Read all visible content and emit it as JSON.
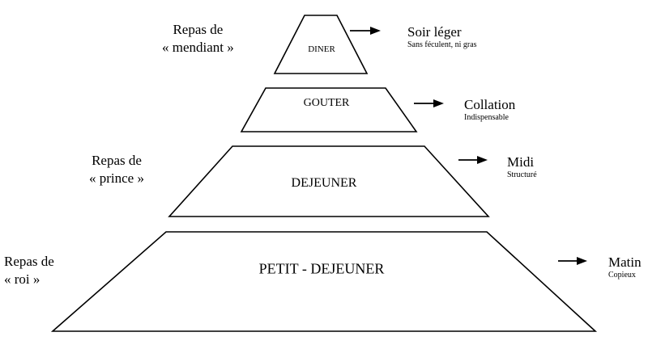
{
  "pyramid": {
    "diner": "DINER",
    "gouter": "GOUTER",
    "dejeuner": "DEJEUNER",
    "petit_dejeuner": "PETIT - DEJEUNER"
  },
  "left_labels": {
    "mendiant": {
      "line1": "Repas de",
      "line2": "« mendiant »"
    },
    "prince": {
      "line1": "Repas de",
      "line2": "« prince »"
    },
    "roi": {
      "line1": "Repas de",
      "line2": "« roi »"
    }
  },
  "right_labels": {
    "soir": {
      "title": "Soir léger",
      "subtitle": "Sans féculent,  ni gras"
    },
    "collation": {
      "title": "Collation",
      "subtitle": "Indispensable"
    },
    "midi": {
      "title": "Midi",
      "subtitle": "Structuré"
    },
    "matin": {
      "title": "Matin",
      "subtitle": "Copieux"
    }
  },
  "colors": {
    "stroke": "#000000",
    "background": "#ffffff"
  }
}
